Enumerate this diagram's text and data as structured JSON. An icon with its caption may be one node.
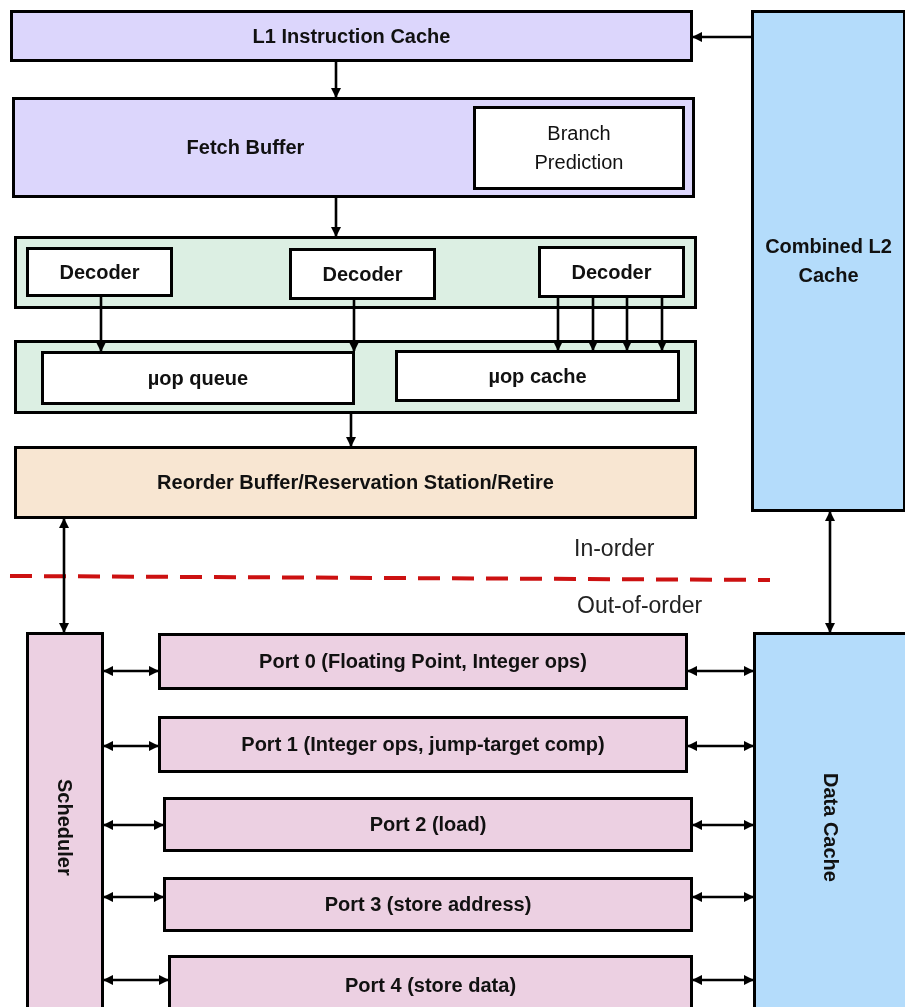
{
  "diagram": {
    "nodes": [
      {
        "text": [
          "L1 Instruction Cache"
        ]
      },
      {
        "text": [
          "Fetch Buffer"
        ]
      },
      {
        "text": [
          "Branch Prediction"
        ],
        "in": 1
      },
      {
        "text": [],
        "shape": "box"
      },
      {
        "text": [
          "Decoder"
        ],
        "in": 3
      },
      {
        "text": [
          "Decoder"
        ],
        "in": 3
      },
      {
        "text": [
          "Decoder"
        ],
        "in": 3
      },
      {
        "text": [],
        "shape": "box"
      },
      {
        "text": [
          "µop queue"
        ],
        "in": 7
      },
      {
        "text": [
          "µop cache"
        ],
        "in": 7
      },
      {
        "text": [
          "Reorder Buffer/Reservation Station/Retire"
        ]
      },
      {
        "text": [
          "Combined L2 Cache"
        ]
      },
      {
        "text": [
          "Scheduler"
        ]
      },
      {
        "text": [
          "Port 0 (Floating Point, Integer ops)"
        ]
      },
      {
        "text": [
          "Port 1 (Integer ops, jump-target comp)"
        ]
      },
      {
        "text": [
          "Port 2 (load)"
        ]
      },
      {
        "text": [
          "Port 3 (store address)"
        ]
      },
      {
        "text": [
          "Port 4 (store data)"
        ]
      },
      {
        "text": [
          "Data Cache"
        ]
      }
    ],
    "edges": [
      {
        "from": 11,
        "to": 0,
        "arrow": "to"
      },
      {
        "from": 0,
        "to": 1,
        "arrow": "to"
      },
      {
        "from": 1,
        "to": 3,
        "arrow": "to"
      },
      {
        "from": 4,
        "to": 8,
        "arrow": "to"
      },
      {
        "from": 5,
        "to": 8,
        "arrow": "to"
      },
      {
        "from": 6,
        "to": 9,
        "arrow": "to"
      },
      {
        "from": 6,
        "to": 9,
        "arrow": "to"
      },
      {
        "from": 6,
        "to": 9,
        "arrow": "to"
      },
      {
        "from": 6,
        "to": 9,
        "arrow": "to"
      },
      {
        "from": 7,
        "to": 10,
        "arrow": "to"
      },
      {
        "from": 10,
        "to": 12,
        "arrow": "both"
      },
      {
        "from": 11,
        "to": 18,
        "arrow": "both"
      },
      {
        "from": 12,
        "to": 13,
        "arrow": "both"
      },
      {
        "from": 12,
        "to": 14,
        "arrow": "both"
      },
      {
        "from": 12,
        "to": 15,
        "arrow": "both"
      },
      {
        "from": 12,
        "to": 16,
        "arrow": "both"
      },
      {
        "from": 12,
        "to": 17,
        "arrow": "both"
      },
      {
        "from": 13,
        "to": 18,
        "arrow": "both"
      },
      {
        "from": 14,
        "to": 18,
        "arrow": "both"
      },
      {
        "from": 15,
        "to": 18,
        "arrow": "both"
      },
      {
        "from": 16,
        "to": 18,
        "arrow": "both"
      },
      {
        "from": 17,
        "to": 18,
        "arrow": "both"
      }
    ],
    "labels": [
      "In-order",
      "Out-of-order"
    ]
  }
}
